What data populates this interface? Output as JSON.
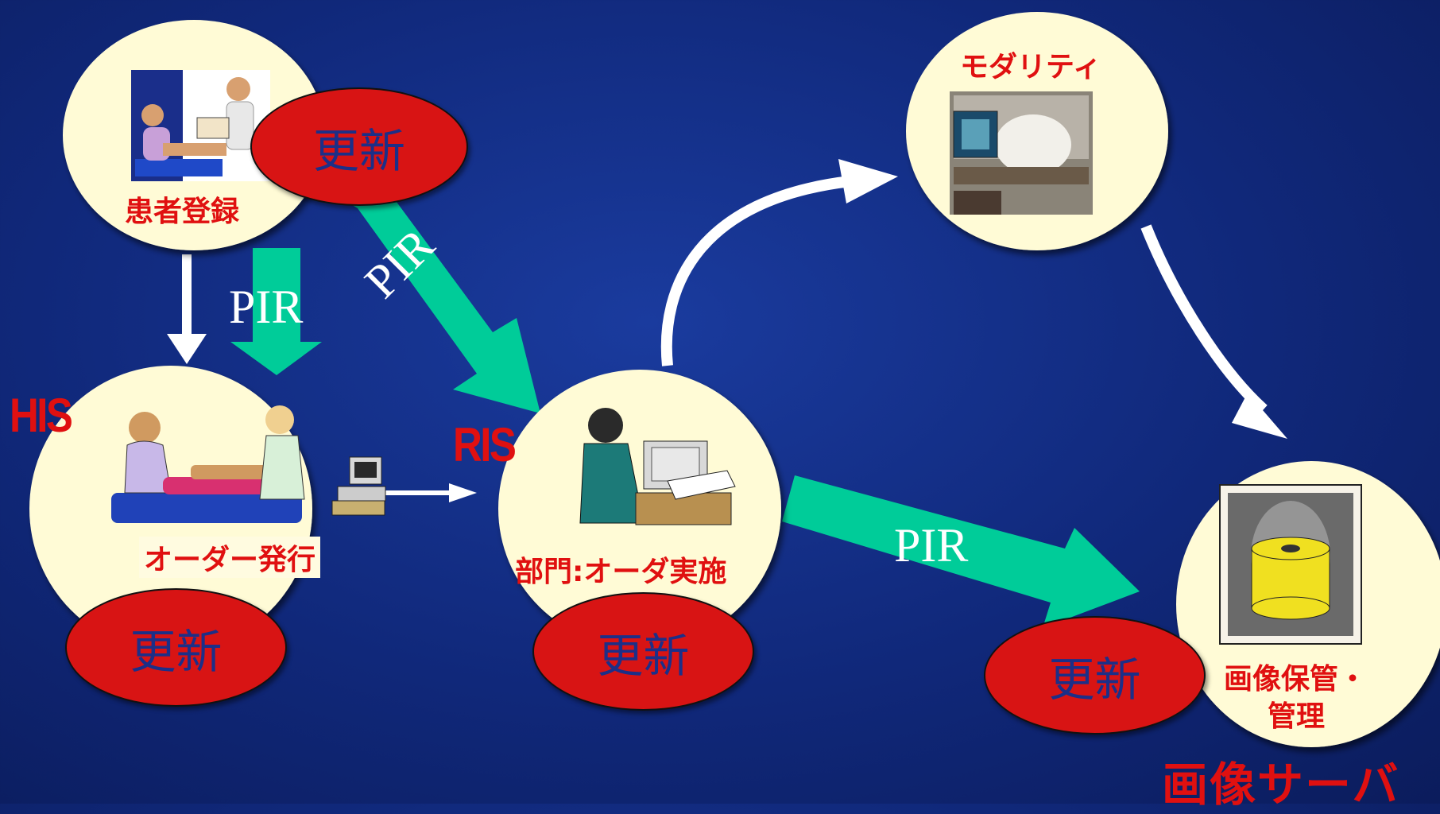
{
  "nodes": {
    "patient_registration": {
      "label": "患者登録"
    },
    "order_issue": {
      "label": "オーダー発行"
    },
    "dept_order": {
      "label": "部門:オーダ実施"
    },
    "modality": {
      "label": "モダリティ"
    },
    "image_archive": {
      "label_line1": "画像保管・",
      "label_line2": "管理"
    }
  },
  "systems": {
    "his": "HIS",
    "ris": "RIS",
    "image_server": "画像サーバ"
  },
  "updates": {
    "registration": "更新",
    "his": "更新",
    "ris": "更新",
    "server": "更新"
  },
  "flows": {
    "pir_vertical": "PIR",
    "pir_diagonal": "PIR",
    "pir_to_server": "PIR"
  },
  "colors": {
    "background": "#10287a",
    "node_fill": "#fffbd6",
    "update_fill": "#d81414",
    "pir_arrow": "#00cc99",
    "label_red": "#e01010",
    "flow_arrow": "#ffffff"
  }
}
